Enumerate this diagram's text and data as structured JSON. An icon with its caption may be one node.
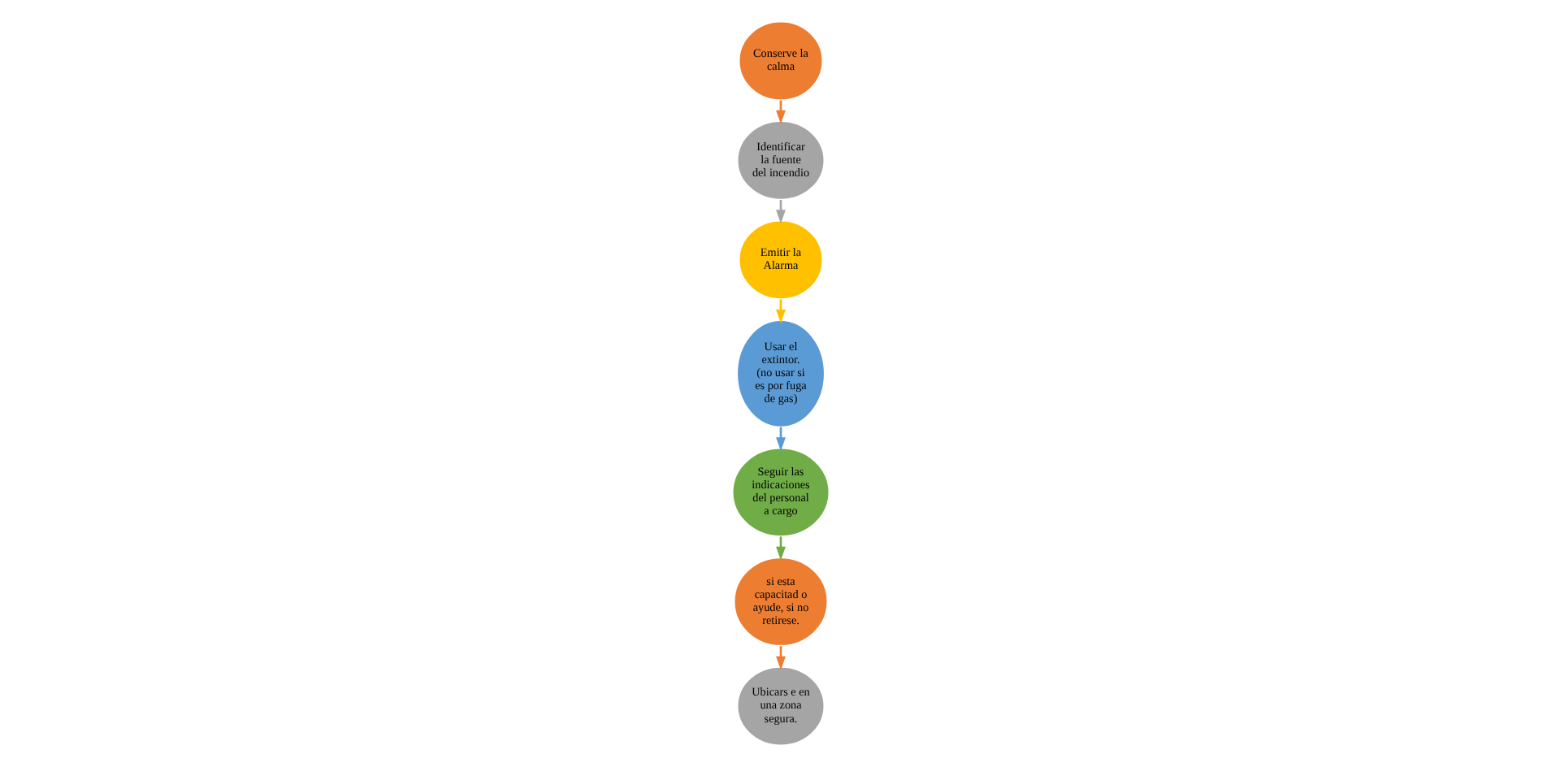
{
  "diagram": {
    "nodes": [
      {
        "text": [
          "Conserve la calma"
        ]
      },
      {
        "text": [
          "Identificar la fuente del incendio"
        ]
      },
      {
        "text": [
          "Emitir la Alarma"
        ]
      },
      {
        "text": [
          "Usar el extintor. (no usar si es por fuga de gas)"
        ]
      },
      {
        "text": [
          "Seguir las indicaciones del personal a cargo"
        ]
      },
      {
        "text": [
          "si esta capacitad o ayude, si no retirese."
        ]
      },
      {
        "text": [
          "Ubicars e en una zona segura."
        ]
      }
    ],
    "edges": [
      {
        "from": 0,
        "to": 1,
        "arrow": "to",
        "color": "#ed7d31"
      },
      {
        "from": 1,
        "to": 2,
        "arrow": "to",
        "color": "#a5a5a5"
      },
      {
        "from": 2,
        "to": 3,
        "arrow": "to",
        "color": "#ffc000"
      },
      {
        "from": 3,
        "to": 4,
        "arrow": "to",
        "color": "#5b9bd5"
      },
      {
        "from": 4,
        "to": 5,
        "arrow": "to",
        "color": "#70ad47"
      },
      {
        "from": 5,
        "to": 6,
        "arrow": "to",
        "color": "#ed7d31"
      }
    ]
  }
}
